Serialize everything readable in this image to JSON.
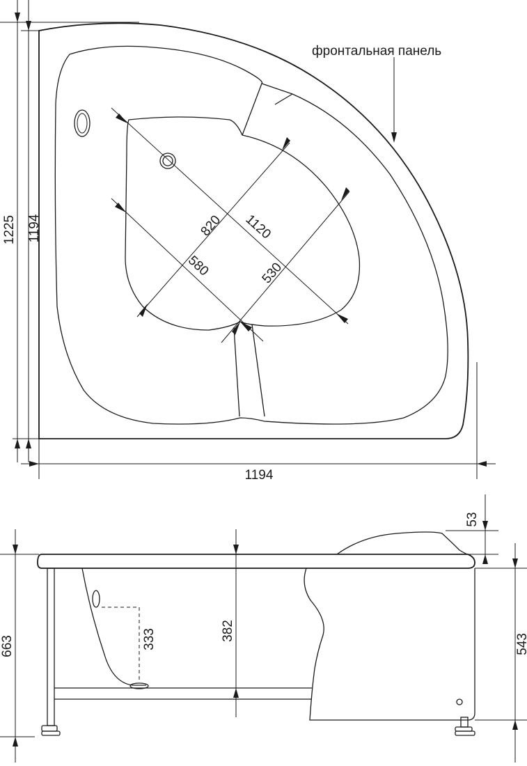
{
  "top_view": {
    "panel_label": "фронтальная панель",
    "dim_outer_height": "1225",
    "dim_inner_height": "1194",
    "dim_width": "1194",
    "dim_diagonal": "1120",
    "dim_inner_diag": "820",
    "dim_seat_left": "580",
    "dim_seat_right": "530"
  },
  "side_view": {
    "dim_total_height": "663",
    "dim_headrest": "53",
    "dim_body_height": "543",
    "dim_depth": "382",
    "dim_drain": "333"
  }
}
